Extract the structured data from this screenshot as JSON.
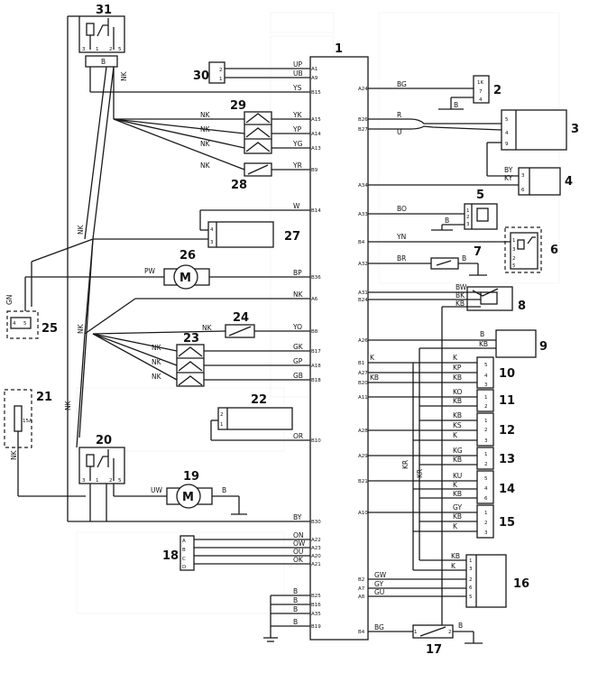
{
  "components": [
    {
      "id": "c1",
      "number": "1"
    },
    {
      "id": "c2",
      "number": "2"
    },
    {
      "id": "c3",
      "number": "3"
    },
    {
      "id": "c4",
      "number": "4"
    },
    {
      "id": "c5",
      "number": "5"
    },
    {
      "id": "c6",
      "number": "6"
    },
    {
      "id": "c7",
      "number": "7"
    },
    {
      "id": "c8",
      "number": "8"
    },
    {
      "id": "c9",
      "number": "9"
    },
    {
      "id": "c10",
      "number": "10"
    },
    {
      "id": "c11",
      "number": "11"
    },
    {
      "id": "c12",
      "number": "12"
    },
    {
      "id": "c13",
      "number": "13"
    },
    {
      "id": "c14",
      "number": "14"
    },
    {
      "id": "c15",
      "number": "15"
    },
    {
      "id": "c16",
      "number": "16"
    },
    {
      "id": "c17",
      "number": "17"
    },
    {
      "id": "c18",
      "number": "18"
    },
    {
      "id": "c19",
      "number": "19"
    },
    {
      "id": "c20",
      "number": "20"
    },
    {
      "id": "c21",
      "number": "21"
    },
    {
      "id": "c22",
      "number": "22"
    },
    {
      "id": "c23",
      "number": "23"
    },
    {
      "id": "c24",
      "number": "24"
    },
    {
      "id": "c25",
      "number": "25"
    },
    {
      "id": "c26",
      "number": "26"
    },
    {
      "id": "c27",
      "number": "27"
    },
    {
      "id": "c28",
      "number": "28"
    },
    {
      "id": "c29",
      "number": "29"
    },
    {
      "id": "c30",
      "number": "30"
    },
    {
      "id": "c31",
      "number": "31"
    }
  ],
  "left_pins": [
    {
      "pin": "A1",
      "wire": "UP"
    },
    {
      "pin": "A9",
      "wire": "UB"
    },
    {
      "pin": "B15",
      "wire": "YS"
    },
    {
      "pin": "A15",
      "wire": "YK"
    },
    {
      "pin": "A14",
      "wire": "YP"
    },
    {
      "pin": "A13",
      "wire": "YG"
    },
    {
      "pin": "B9",
      "wire": "YR"
    },
    {
      "pin": "B14",
      "wire": "W"
    },
    {
      "pin": "B36",
      "wire": "BP"
    },
    {
      "pin": "A6",
      "wire": "NK"
    },
    {
      "pin": "B8",
      "wire": "YO"
    },
    {
      "pin": "B17",
      "wire": "GK"
    },
    {
      "pin": "A18",
      "wire": "GP"
    },
    {
      "pin": "B18",
      "wire": "GB"
    },
    {
      "pin": "B10",
      "wire": "OR"
    },
    {
      "pin": "B30",
      "wire": "BY"
    },
    {
      "pin": "A22",
      "wire": "ON"
    },
    {
      "pin": "A23",
      "wire": "OW"
    },
    {
      "pin": "A20",
      "wire": "OU"
    },
    {
      "pin": "A21",
      "wire": "OK"
    },
    {
      "pin": "B25",
      "wire": "B"
    },
    {
      "pin": "B16",
      "wire": "B"
    },
    {
      "pin": "A35",
      "wire": "B"
    },
    {
      "pin": "B19",
      "wire": "B"
    }
  ],
  "right_pins": [
    {
      "pin": "A24",
      "wire": "BG"
    },
    {
      "pin": "B26",
      "wire": "R"
    },
    {
      "pin": "B27",
      "wire": "U"
    },
    {
      "pin": "A34",
      "wire": "BY"
    },
    {
      "pin": "A33",
      "wire": "BO"
    },
    {
      "pin": "B4",
      "wire": "YN"
    },
    {
      "pin": "A32",
      "wire": "BR"
    },
    {
      "pin": "A31",
      "wire": "BW"
    },
    {
      "pin": "B24",
      "wire": "BK"
    },
    {
      "pin": "A26",
      "wire": "B"
    },
    {
      "pin": "B1",
      "wire": "K"
    },
    {
      "pin": "A27",
      "wire": "KP"
    },
    {
      "pin": "B20",
      "wire": "KB"
    },
    {
      "pin": "A11",
      "wire": "KO"
    },
    {
      "pin": "A28",
      "wire": "KS"
    },
    {
      "pin": "A29",
      "wire": "KG"
    },
    {
      "pin": "B21",
      "wire": "KU"
    },
    {
      "pin": "A10",
      "wire": "GY"
    },
    {
      "pin": "B2",
      "wire": "GW"
    },
    {
      "pin": "A7",
      "wire": "GY"
    },
    {
      "pin": "A8",
      "wire": "GU"
    },
    {
      "pin": "B4",
      "wire": "BG"
    }
  ],
  "wire_labels": {
    "nk": "NK",
    "b": "B",
    "gn": "GN",
    "pw": "PW",
    "uw": "UW",
    "by": "BY",
    "ky": "KY",
    "kr": "KR",
    "kb": "KB",
    "k": "K",
    "ks": "KS",
    "kg": "KG",
    "ku": "KU",
    "gy": "GY",
    "kp": "KP",
    "ko": "KO",
    "bw": "BW",
    "bk": "BK",
    "br": "BR",
    "yn": "YN",
    "bo": "BO",
    "bg": "BG",
    "r": "R",
    "u": "U"
  },
  "fuse_rating": "15A",
  "motor_symbol": "M"
}
